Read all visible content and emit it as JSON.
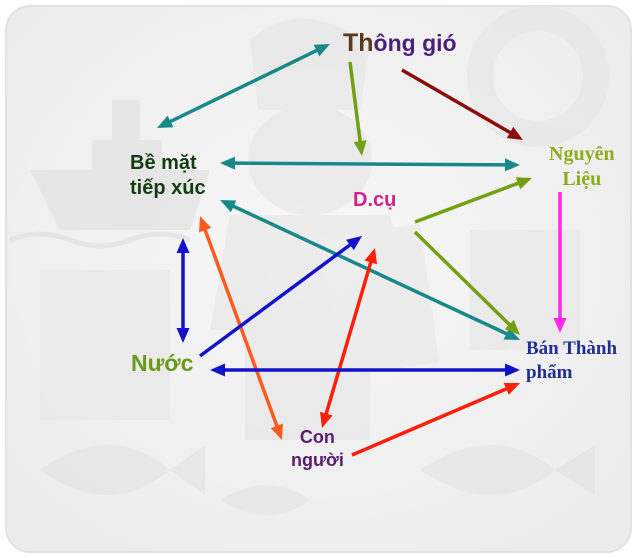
{
  "nodes": {
    "thong_gio": {
      "first": "Th",
      "rest": "ông gió"
    },
    "be_mat": {
      "line1": "Bề mặt",
      "line2": "tiếp xúc"
    },
    "dcu": {
      "text": "D.cụ"
    },
    "nguyen_lieu": {
      "line1": "Nguyên",
      "line2": "Liệu"
    },
    "nuoc": {
      "text": "Nước"
    },
    "ban_thanh_pham": {
      "line1": "Bán Thành",
      "line2": "phẩm"
    },
    "con_nguoi": {
      "line1": "Con",
      "line2": "người"
    }
  },
  "colors": {
    "thong_gio_first": "#5a3a1a",
    "thong_gio_rest": "#4b1f7a",
    "be_mat": "#123d12",
    "dcu": "#d41e8c",
    "nguyen_lieu": "#8aae1c",
    "nuoc": "#6b9a1a",
    "ban_thanh_pham": "#232f8f",
    "con_nguoi": "#5a1c6e",
    "teal": "#17898a",
    "olive": "#72a014",
    "darkred": "#8c0c0c",
    "magenta": "#ff2ae6",
    "blue": "#1212c8",
    "red": "#ff1e0a",
    "orange_red": "#ff5a1e"
  },
  "edges": [
    {
      "from": "thong_gio",
      "to": "be_mat",
      "color": "teal",
      "two_way": true
    },
    {
      "from": "thong_gio",
      "to": "dcu",
      "color": "olive",
      "two_way": false
    },
    {
      "from": "thong_gio",
      "to": "nguyen_lieu",
      "color": "darkred",
      "two_way": false
    },
    {
      "from": "be_mat",
      "to": "nguyen_lieu",
      "color": "teal",
      "two_way": true
    },
    {
      "from": "be_mat",
      "to": "nuoc",
      "color": "blue",
      "two_way": true
    },
    {
      "from": "be_mat",
      "to": "ban_thanh_pham",
      "color": "teal",
      "two_way": true
    },
    {
      "from": "be_mat",
      "to": "con_nguoi",
      "color": "orange_red",
      "two_way": true
    },
    {
      "from": "dcu",
      "to": "nguyen_lieu",
      "color": "olive",
      "two_way": false
    },
    {
      "from": "dcu",
      "to": "ban_thanh_pham",
      "color": "olive",
      "two_way": false
    },
    {
      "from": "dcu",
      "to": "con_nguoi",
      "color": "red",
      "two_way": true
    },
    {
      "from": "nuoc",
      "to": "dcu",
      "color": "blue",
      "two_way": false
    },
    {
      "from": "nuoc",
      "to": "ban_thanh_pham",
      "color": "blue",
      "two_way": true
    },
    {
      "from": "nguyen_lieu",
      "to": "ban_thanh_pham",
      "color": "magenta",
      "two_way": false
    },
    {
      "from": "con_nguoi",
      "to": "ban_thanh_pham",
      "color": "red",
      "two_way": false
    }
  ]
}
